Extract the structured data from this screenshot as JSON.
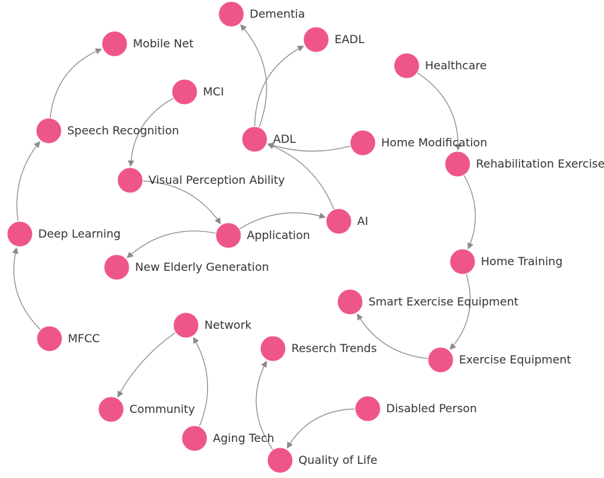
{
  "colors": {
    "node_fill": "#ee5688",
    "node_stroke": "#ffffff",
    "edge": "#8a8a8a",
    "label": "#333333"
  },
  "nodes": [
    {
      "id": "dementia",
      "label": "Dementia"
    },
    {
      "id": "eadl",
      "label": "EADL"
    },
    {
      "id": "mobile-net",
      "label": "Mobile Net"
    },
    {
      "id": "healthcare",
      "label": "Healthcare"
    },
    {
      "id": "mci",
      "label": "MCI"
    },
    {
      "id": "speech-recognition",
      "label": "Speech Recognition"
    },
    {
      "id": "adl",
      "label": "ADL"
    },
    {
      "id": "home-modification",
      "label": "Home Modification"
    },
    {
      "id": "rehabilitation-exercise",
      "label": "Rehabilitation Exercise"
    },
    {
      "id": "visual-perception-ability",
      "label": "Visual Perception Ability"
    },
    {
      "id": "deep-learning",
      "label": "Deep Learning"
    },
    {
      "id": "application",
      "label": "Application"
    },
    {
      "id": "ai",
      "label": "AI"
    },
    {
      "id": "new-elderly-generation",
      "label": "New Elderly Generation"
    },
    {
      "id": "home-training",
      "label": "Home Training"
    },
    {
      "id": "smart-exercise-equipment",
      "label": "Smart Exercise Equipment"
    },
    {
      "id": "mfcc",
      "label": "MFCC"
    },
    {
      "id": "network",
      "label": "Network"
    },
    {
      "id": "reserch-trends",
      "label": "Reserch Trends"
    },
    {
      "id": "exercise-equipment",
      "label": "Exercise Equipment"
    },
    {
      "id": "community",
      "label": "Community"
    },
    {
      "id": "disabled-person",
      "label": "Disabled Person"
    },
    {
      "id": "aging-tech",
      "label": "Aging Tech"
    },
    {
      "id": "quality-of-life",
      "label": "Quality of Life"
    }
  ],
  "edges": [
    {
      "from": "mfcc",
      "to": "deep-learning"
    },
    {
      "from": "deep-learning",
      "to": "speech-recognition"
    },
    {
      "from": "speech-recognition",
      "to": "mobile-net"
    },
    {
      "from": "mci",
      "to": "visual-perception-ability"
    },
    {
      "from": "visual-perception-ability",
      "to": "application"
    },
    {
      "from": "application",
      "to": "new-elderly-generation"
    },
    {
      "from": "application",
      "to": "ai"
    },
    {
      "from": "ai",
      "to": "adl"
    },
    {
      "from": "adl",
      "to": "dementia"
    },
    {
      "from": "adl",
      "to": "eadl"
    },
    {
      "from": "home-modification",
      "to": "adl"
    },
    {
      "from": "healthcare",
      "to": "rehabilitation-exercise"
    },
    {
      "from": "rehabilitation-exercise",
      "to": "home-training"
    },
    {
      "from": "home-training",
      "to": "exercise-equipment"
    },
    {
      "from": "exercise-equipment",
      "to": "smart-exercise-equipment"
    },
    {
      "from": "aging-tech",
      "to": "network"
    },
    {
      "from": "network",
      "to": "community"
    },
    {
      "from": "quality-of-life",
      "to": "reserch-trends"
    },
    {
      "from": "disabled-person",
      "to": "quality-of-life"
    }
  ]
}
